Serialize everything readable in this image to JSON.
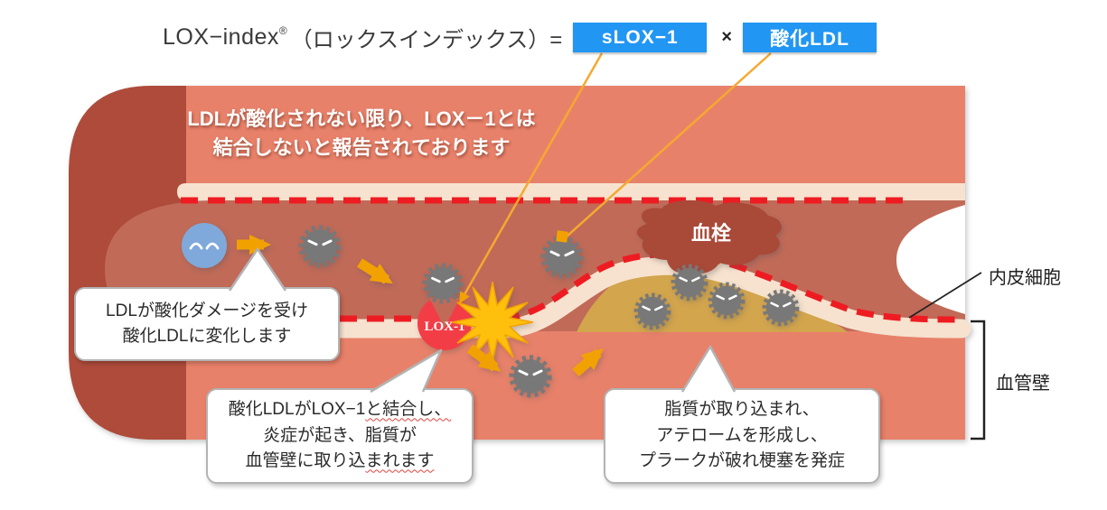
{
  "title": {
    "brand": "LOX−index",
    "registered": "®",
    "reading": "（ロックスインデックス）=",
    "factor1": "sLOX−1",
    "multiply": "×",
    "factor2": "酸化LDL"
  },
  "vessel": {
    "statement_line1": "LDLが酸化されない限り、LOX－1とは",
    "statement_line2": "結合しないと報告されております",
    "thrombus_label": "血栓",
    "receptor_label": "LOX-1"
  },
  "labels": {
    "endothelium": "内皮細胞",
    "vessel_wall": "血管壁"
  },
  "callouts": {
    "c1": {
      "line1": "LDLが酸化ダメージを受け",
      "line2": "酸化LDLに変化します"
    },
    "c2": {
      "line1_a": "酸化LDLがLOX−1",
      "line1_b": "と結合し、",
      "line2": "炎症が起き、脂質が",
      "line3_a": "血管壁に取り込",
      "line3_b": "まれます"
    },
    "c3": {
      "line1": "脂質が取り込まれ、",
      "line2": "アテロームを形成し、",
      "line3": "プラークが破れ梗塞を発症"
    }
  },
  "colors": {
    "factor_box_blue": "#2196F3",
    "wall_salmon": "#E8816B",
    "lumen": "#C16A59",
    "cap_dark": "#AE4C3A",
    "endothelium_cream": "#F6E2CE",
    "dash_red": "#EE1C23",
    "plaque_tan": "#D3A54D",
    "thrombus": "#A94A38",
    "oxldl_gray": "#787878",
    "arrow_gold": "#F2A200",
    "starburst_yellow": "#FFC010",
    "ldl_blue": "#7FA9DB",
    "lox1_red": "#F23C46"
  }
}
